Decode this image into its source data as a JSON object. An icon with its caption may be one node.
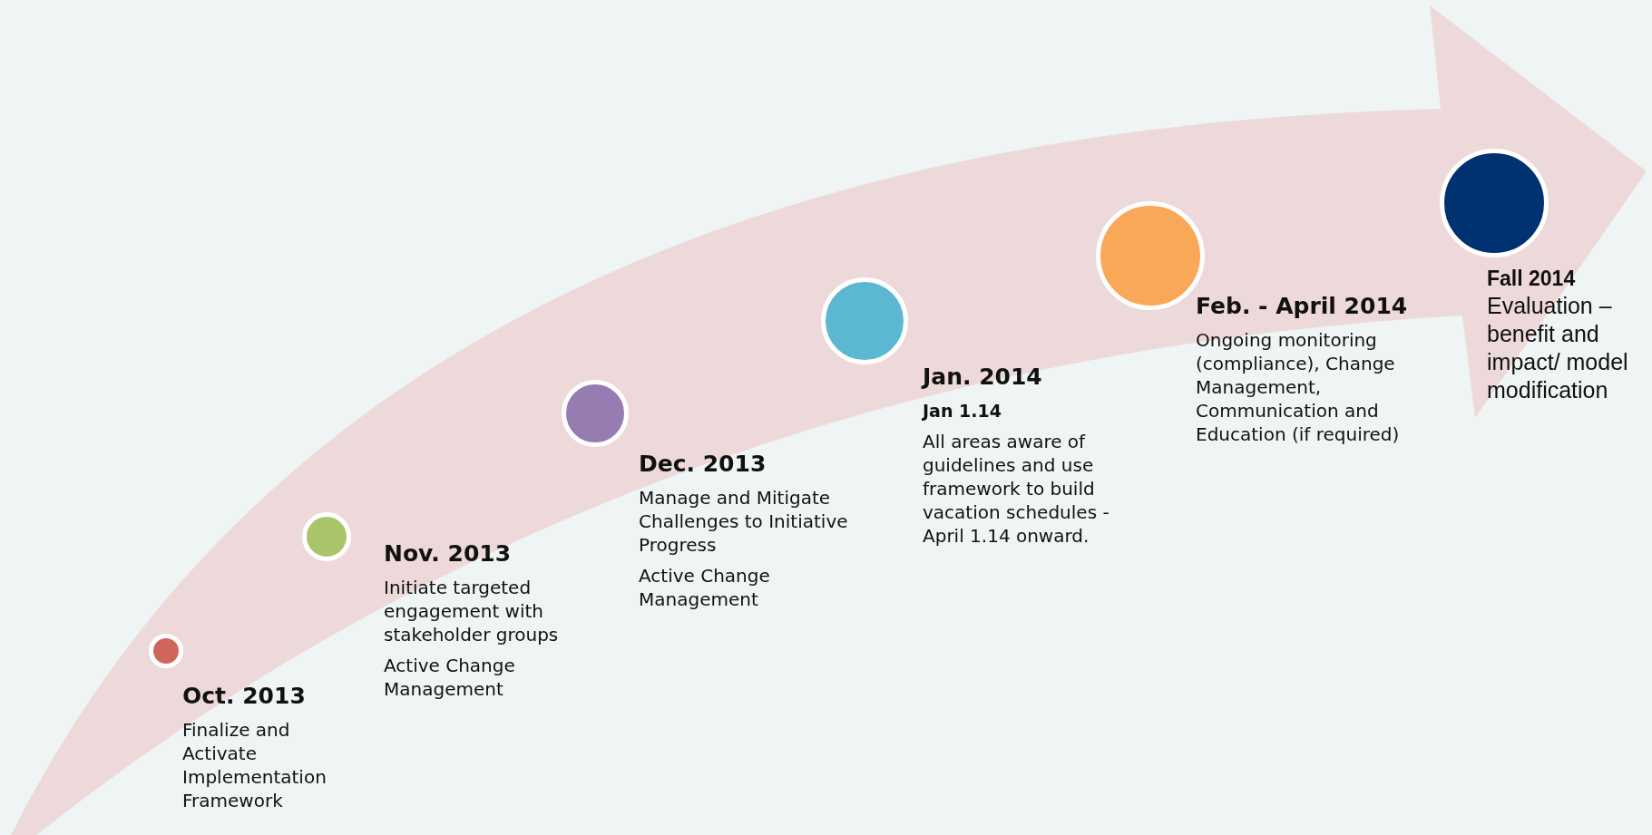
{
  "diagram": {
    "nodes": [
      {
        "text": [],
        "shape": "circle",
        "beside": [
          "Oct. 2013",
          "Finalize and Activate Implementation Framework"
        ]
      },
      {
        "text": [],
        "shape": "circle",
        "beside": [
          "Nov. 2013",
          "Initiate targeted engagement with stakeholder groups",
          "Active Change Management"
        ]
      },
      {
        "text": [],
        "shape": "circle",
        "beside": [
          "Dec. 2013",
          "Manage and Mitigate Challenges to Initiative Progress",
          "Active Change Management"
        ]
      },
      {
        "text": [],
        "shape": "circle",
        "beside": [
          "Jan. 2014",
          "Jan 1.14",
          "All areas aware of guidelines and use framework to build vacation schedules - April 1.14 onward."
        ]
      },
      {
        "text": [],
        "shape": "circle",
        "beside": [
          "Feb. - April 2014",
          "Ongoing monitoring (compliance), Change Management, Communication and Education (if required)"
        ]
      },
      {
        "text": [],
        "shape": "circle",
        "beside": [
          "Fall 2014",
          "Evaluation – benefit and impact/ model modification"
        ]
      }
    ],
    "edges": []
  }
}
